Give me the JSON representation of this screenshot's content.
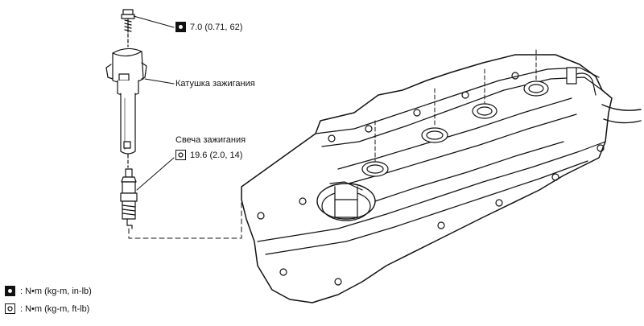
{
  "diagram": {
    "torque_bolt": {
      "value": "7.0 (0.71, 62)",
      "icon": "torque-wrench-inlb-icon"
    },
    "label_coil": "Катушка зажигания",
    "label_plug": "Свеча зажигания",
    "torque_plug": {
      "value": "19.6 (2.0, 14)",
      "icon": "torque-wrench-ftlb-icon"
    }
  },
  "legend": {
    "items": [
      {
        "icon": "torque-wrench-inlb-icon",
        "text": ": N•m (kg-m, in-lb)"
      },
      {
        "icon": "torque-wrench-ftlb-icon",
        "text": ": N•m (kg-m, ft-lb)"
      }
    ]
  },
  "colors": {
    "line": "#111111",
    "background": "#ffffff"
  }
}
